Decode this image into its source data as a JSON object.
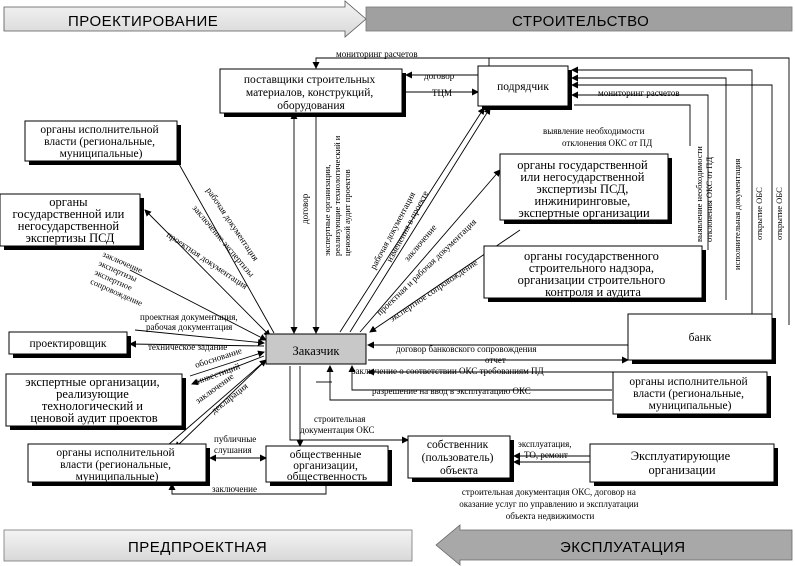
{
  "stages": {
    "design": "ПРОЕКТИРОВАНИЕ",
    "construction": "СТРОИТЕЛЬСТВО",
    "predesign": "ПРЕДПРОЕКТНАЯ",
    "operation": "ЭКСПЛУАТАЦИЯ"
  },
  "nodes": {
    "customer": "Заказчик",
    "suppliers": [
      "поставщики строительных",
      "материалов, конструкций,",
      "оборудования"
    ],
    "contractor": "подрядчик",
    "exec_auth_top": [
      "органы исполнительной",
      "власти (региональные,",
      "муниципальные)"
    ],
    "state_expertise": [
      "органы",
      "государственной или",
      "негосударственной",
      "экспертизы ПСД"
    ],
    "designer": "проектировщик",
    "expert_orgs_left": [
      "экспертные организации,",
      "реализующие",
      "технологический и",
      "ценовой аудит проектов"
    ],
    "exec_auth_bottom": [
      "органы исполнительной",
      "власти (региональные,",
      "муниципальные)"
    ],
    "public_orgs": [
      "общественные",
      "организации,",
      "общественность"
    ],
    "owner": [
      "собственник",
      "(пользователь)",
      "объекта"
    ],
    "operators": [
      "Эксплуатирующие",
      "организации"
    ],
    "expertise_right": [
      "органы государственной",
      "или негосударственной",
      "экспертизы ПСД,",
      "инжиниринговые,",
      "экспертные организации"
    ],
    "supervision": [
      "органы государственного",
      "строительного надзора,",
      "организации строительного",
      "контроля и аудита"
    ],
    "bank": "банк",
    "exec_auth_right": [
      "органы исполнительной",
      "власти (региональные,",
      "муниципальные)"
    ]
  },
  "labels": {
    "monitoring_top": "мониторинг расчетов",
    "contract": "договор",
    "tcm": "ТЦМ",
    "monitoring_right": "мониторинг расчетов",
    "deviation_h": [
      "выявление необходимости",
      "отклонения ОКС от ПД"
    ],
    "deviation_v": [
      "выявление необходимости",
      "отклонения ОКС от ПД"
    ],
    "exec_docs": "исполнительная документация",
    "open_obs_1": "открытие ОБС",
    "open_obs_2": "открытие ОБС",
    "contract_v": "договор",
    "expert_orgs_v": [
      "экспертные организации,",
      "реализующие технологический и",
      "ценовой аудит проектов"
    ],
    "work_docs_proj": [
      "рабочая документация",
      "изменения в проекте"
    ],
    "conclusion_1": "заключение",
    "proj_work_docs": "проектная и рабочая документация",
    "expert_support": "экспертное сопровождение",
    "work_docs_left": "рабочая документация",
    "conclusion_expertise": "заключение экспертизы",
    "project_docs": "проектная документация",
    "conclusion_expert_support": [
      "заключение",
      "экспертизы",
      "экспертное",
      "сопровождение"
    ],
    "proj_work_docs_2": [
      "проектная документация,",
      "рабочая документация"
    ],
    "tech_task": "техническое задание",
    "justification": "обоснование",
    "investment": "инвестиций",
    "conclusion_2": "заключение",
    "declaration": "декларация",
    "bank_contract": "договор банковского сопровождения",
    "report": "отчет",
    "compliance": "заключение о соответствии ОКС требованиям ПД",
    "permission": "разрешение на ввод  в эксплуатацию ОКС",
    "construction_docs": [
      "строительная",
      "документация ОКС"
    ],
    "public_hearings": [
      "публичные",
      "слушания"
    ],
    "conclusion_3": "заключение",
    "operation_to": [
      "эксплуатация,",
      "ТО, ремонт"
    ],
    "owner_docs": [
      "строительная документация ОКС, договор на",
      "оказание услуг по управлению и эксплуатации",
      "объекта недвижимости"
    ]
  }
}
